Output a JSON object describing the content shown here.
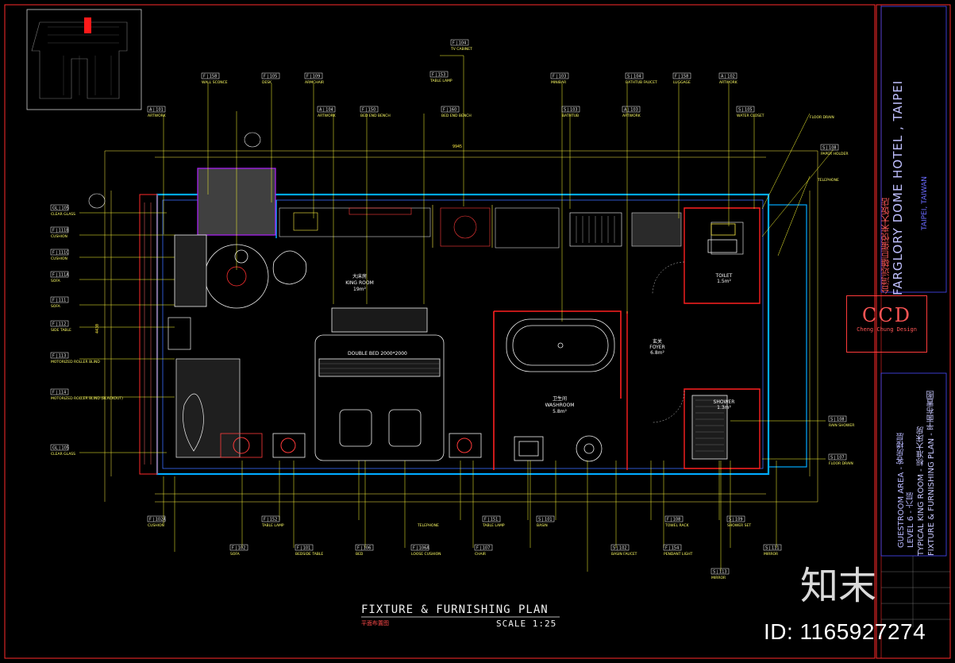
{
  "drawing": {
    "title": "FIXTURE & FURNISHING PLAN",
    "title_cn": "平面布置图",
    "scale": "SCALE 1:25"
  },
  "title_block": {
    "hotel_name": "FARGLORY DOME HOTEL , TAIPEI",
    "hotel_name_cn": "台湾远雄巨蛋悦来大饭店",
    "city": "TAIPEI, TAIWAN",
    "area": "GUESTROOM AREA - 客房楼层",
    "level": "LEVEL 6 - 六层",
    "plan_line1": "TYPICAL KING ROOM - 标准大床房",
    "plan_line2": "FIXTURE & FURNISHING PLAN - 平面布置图",
    "logo": "CCD",
    "logo_sub": "Cheng Chung Design"
  },
  "rooms": {
    "king_room": "大床房",
    "king_room_en": "KING ROOM",
    "king_room_area": "19m²",
    "bed": "DOUBLE BED 2000*2000",
    "washroom_cn": "卫生间",
    "washroom": "WASHROOM",
    "washroom_area": "5.8m²",
    "foyer_cn": "玄关",
    "foyer": "FOYER",
    "foyer_area": "6.8m²",
    "toilet": "TOILET",
    "toilet_area": "1.5m²",
    "shower": "SHOWER",
    "shower_area": "1.3m²"
  },
  "dimensions": {
    "overall": "9945",
    "depth": "4430"
  },
  "left_tags": [
    {
      "tag": "GL | 105",
      "desc": "CLEAR GLASS"
    },
    {
      "tag": "F | 111B",
      "desc": "CUSHION"
    },
    {
      "tag": "F | 111C",
      "desc": "CUSHION"
    },
    {
      "tag": "F | 111A",
      "desc": "SOFA"
    },
    {
      "tag": "F | 111",
      "desc": "SOFA"
    },
    {
      "tag": "F | 112",
      "desc": "SIDE TABLE"
    },
    {
      "tag": "F | 113",
      "desc": "MOTORIZED ROLLER BLIND"
    },
    {
      "tag": "F | 114",
      "desc": "MOTORIZED ROLLER BLIND (BLACKOUT)"
    },
    {
      "tag": "GL | 105",
      "desc": "CLEAR GLASS"
    }
  ],
  "top_tags": [
    {
      "tag": "F | 158",
      "desc": "WALL SCONCE"
    },
    {
      "tag": "F | 105",
      "desc": "DESK"
    },
    {
      "tag": "F | 109",
      "desc": "ARMCHAIR"
    },
    {
      "tag": "F | 153",
      "desc": "TABLE LAMP"
    },
    {
      "tag": "F | 104",
      "desc": "TV CABINET"
    },
    {
      "tag": "F | 103",
      "desc": "MINIBAR"
    },
    {
      "tag": "S | 104",
      "desc": "BATHTUB FAUCET"
    },
    {
      "tag": "F | 158",
      "desc": "LUGGAGE"
    },
    {
      "tag": "A | 102",
      "desc": "ARTWORK"
    },
    {
      "tag": "A | 101",
      "desc": "ARTWORK"
    },
    {
      "tag": "A | 104",
      "desc": "ARTWORK"
    },
    {
      "tag": "F | 150",
      "desc": "BED END BENCH"
    },
    {
      "tag": "F | 160",
      "desc": "BED END BENCH"
    },
    {
      "tag": "S | 103",
      "desc": "BATHTUB"
    },
    {
      "tag": "A | 103",
      "desc": "ARTWORK"
    },
    {
      "tag": "S | 105",
      "desc": "WATER CLOSET"
    }
  ],
  "right_tags": [
    {
      "tag": "",
      "desc": "FLOOR DRAIN"
    },
    {
      "tag": "S | 108",
      "desc": "PAPER HOLDER"
    },
    {
      "tag": "",
      "desc": "TELEPHONE"
    },
    {
      "tag": "S | 108",
      "desc": "RAIN SHOWER"
    },
    {
      "tag": "S | 107",
      "desc": "FLOOR DRAIN"
    }
  ],
  "bottom_tags": [
    {
      "tag": "F | 102A",
      "desc": "CUSHION"
    },
    {
      "tag": "F | 102",
      "desc": "SOFA"
    },
    {
      "tag": "F | 152",
      "desc": "TABLE LAMP"
    },
    {
      "tag": "F | 101",
      "desc": "BEDSIDE TABLE"
    },
    {
      "tag": "F | 106",
      "desc": "BED"
    },
    {
      "tag": "F | 106A",
      "desc": "LOOSE CUSHION"
    },
    {
      "tag": "",
      "desc": "TELEPHONE"
    },
    {
      "tag": "F | 151",
      "desc": "TABLE LAMP"
    },
    {
      "tag": "F | 107",
      "desc": "CHAIR"
    },
    {
      "tag": "S | 101",
      "desc": "BASIN"
    },
    {
      "tag": "S | 102",
      "desc": "BASIN FAUCET"
    },
    {
      "tag": "F | 108",
      "desc": "TOWEL RACK"
    },
    {
      "tag": "F | 154",
      "desc": "PENDANT LIGHT"
    },
    {
      "tag": "S | 109",
      "desc": "SHOWER SET"
    },
    {
      "tag": "S | 113",
      "desc": "MIRROR"
    },
    {
      "tag": "S | 111",
      "desc": "MIRROR"
    }
  ],
  "watermark": {
    "brand": "知末",
    "id": "ID: 1165927274"
  },
  "colors": {
    "background": "#000000",
    "frame": "#ff3030",
    "wall": "#00b4ff",
    "tag_line": "#ffff33",
    "furniture": "#f0f0f0",
    "accent_magenta": "#c030c0"
  }
}
